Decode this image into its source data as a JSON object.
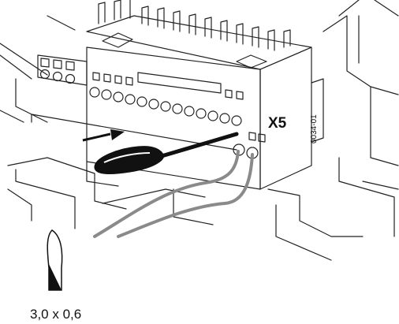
{
  "diagram": {
    "connector_label": "X5",
    "document_code": "0034-01",
    "screwdriver_size": "3,0 x 0,6"
  }
}
